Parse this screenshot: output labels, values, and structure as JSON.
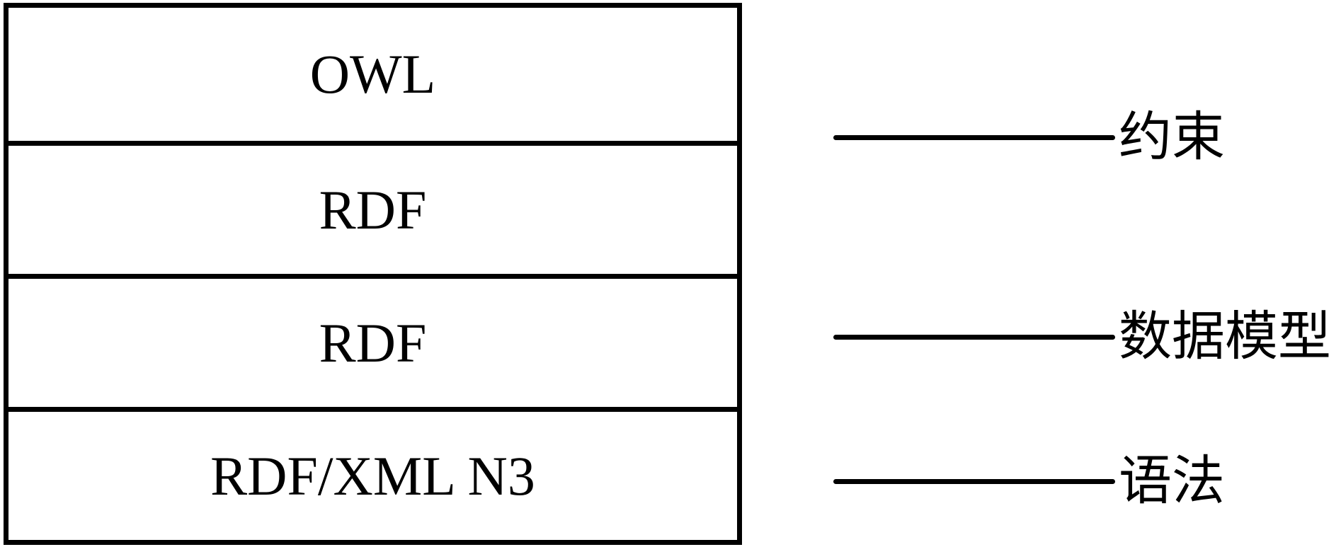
{
  "diagram": {
    "description": "Layered stack diagram of semantic web languages with Chinese legend labels"
  },
  "stack": {
    "layers": [
      {
        "id": "owl",
        "label": "OWL"
      },
      {
        "id": "rdf-schema",
        "label": "RDF"
      },
      {
        "id": "rdf",
        "label": "RDF"
      },
      {
        "id": "rdf-xml-n3",
        "label": "RDF/XML N3"
      }
    ]
  },
  "legend": {
    "items": [
      {
        "id": "constraint",
        "label": "约束"
      },
      {
        "id": "data-model",
        "label": "数据模型"
      },
      {
        "id": "syntax",
        "label": "语法"
      }
    ]
  },
  "colors": {
    "ink": "#000000",
    "background": "#ffffff"
  }
}
